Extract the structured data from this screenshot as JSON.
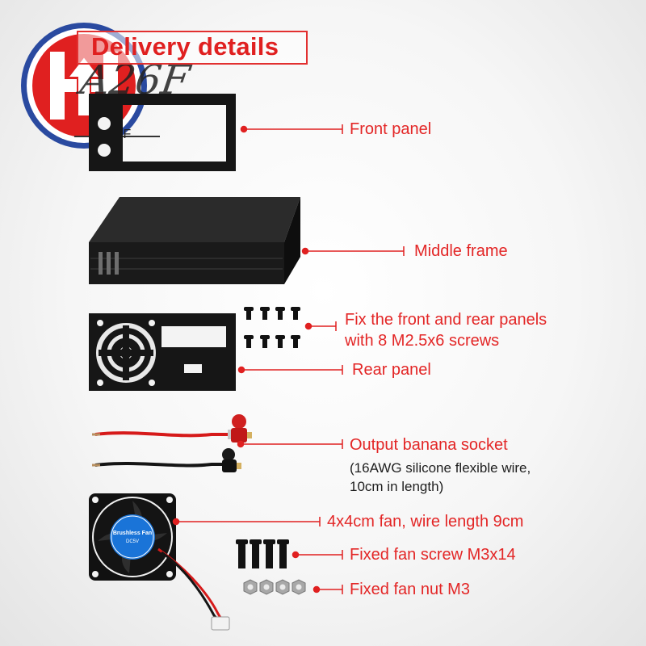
{
  "title": "Delivery details",
  "watermark": "A26F",
  "watermark_small": "A26F",
  "colors": {
    "accent_red": "#e02020",
    "logo_blue": "#2a4aa0",
    "panel_black": "#141414",
    "text_dark": "#1e1e1e"
  },
  "items": [
    {
      "id": "front-panel",
      "label": "Front panel"
    },
    {
      "id": "middle-frame",
      "label": "Middle frame"
    },
    {
      "id": "screws",
      "label_line1": "Fix the front and rear panels",
      "label_line2": "with 8 M2.5x6 screws"
    },
    {
      "id": "rear-panel",
      "label": "Rear panel"
    },
    {
      "id": "banana",
      "label": "Output banana socket",
      "note_line1": "(16AWG silicone flexible wire,",
      "note_line2": "10cm in length)"
    },
    {
      "id": "fan",
      "label": "4x4cm fan, wire length 9cm",
      "fan_sticker_line1": "Brushless Fan",
      "fan_sticker_line2": "DC5V"
    },
    {
      "id": "fan-screw",
      "label": "Fixed fan screw M3x14"
    },
    {
      "id": "fan-nut",
      "label": "Fixed fan nut M3"
    }
  ]
}
